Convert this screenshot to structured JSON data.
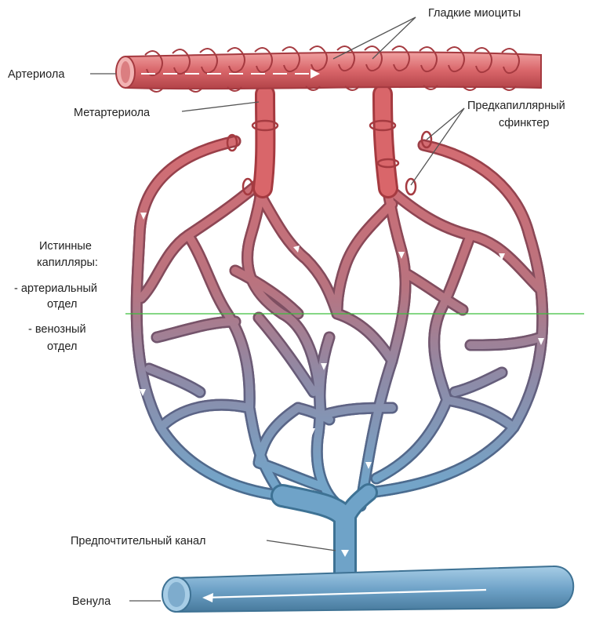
{
  "labels": {
    "smooth_myocytes": "Гладкие миоциты",
    "arteriole": "Артериола",
    "metarteriole": "Метартериола",
    "precapillary_line1": "Предкапиллярный",
    "precapillary_line2": "сфинктер",
    "true_caps_line1": "Истинные",
    "true_caps_line2": "капилляры:",
    "arterial_line1": "- артериальный",
    "arterial_line2": "отдел",
    "venous_line1": "- венозный",
    "venous_line2": "отдел",
    "preferred_channel": "Предпочтительный канал",
    "venule": "Венула"
  },
  "colors": {
    "arterial": "#d9666a",
    "arterial_dark": "#a8383d",
    "arterial_light": "#f2b3b3",
    "mid": "#8e7f96",
    "venous": "#6fa3c8",
    "venous_dark": "#3e7294",
    "venous_light": "#c7e0f0",
    "divider": "#3cbf3c",
    "flow_arrow": "#ffffff"
  },
  "icons": [
    "flow-arrow-icon"
  ]
}
